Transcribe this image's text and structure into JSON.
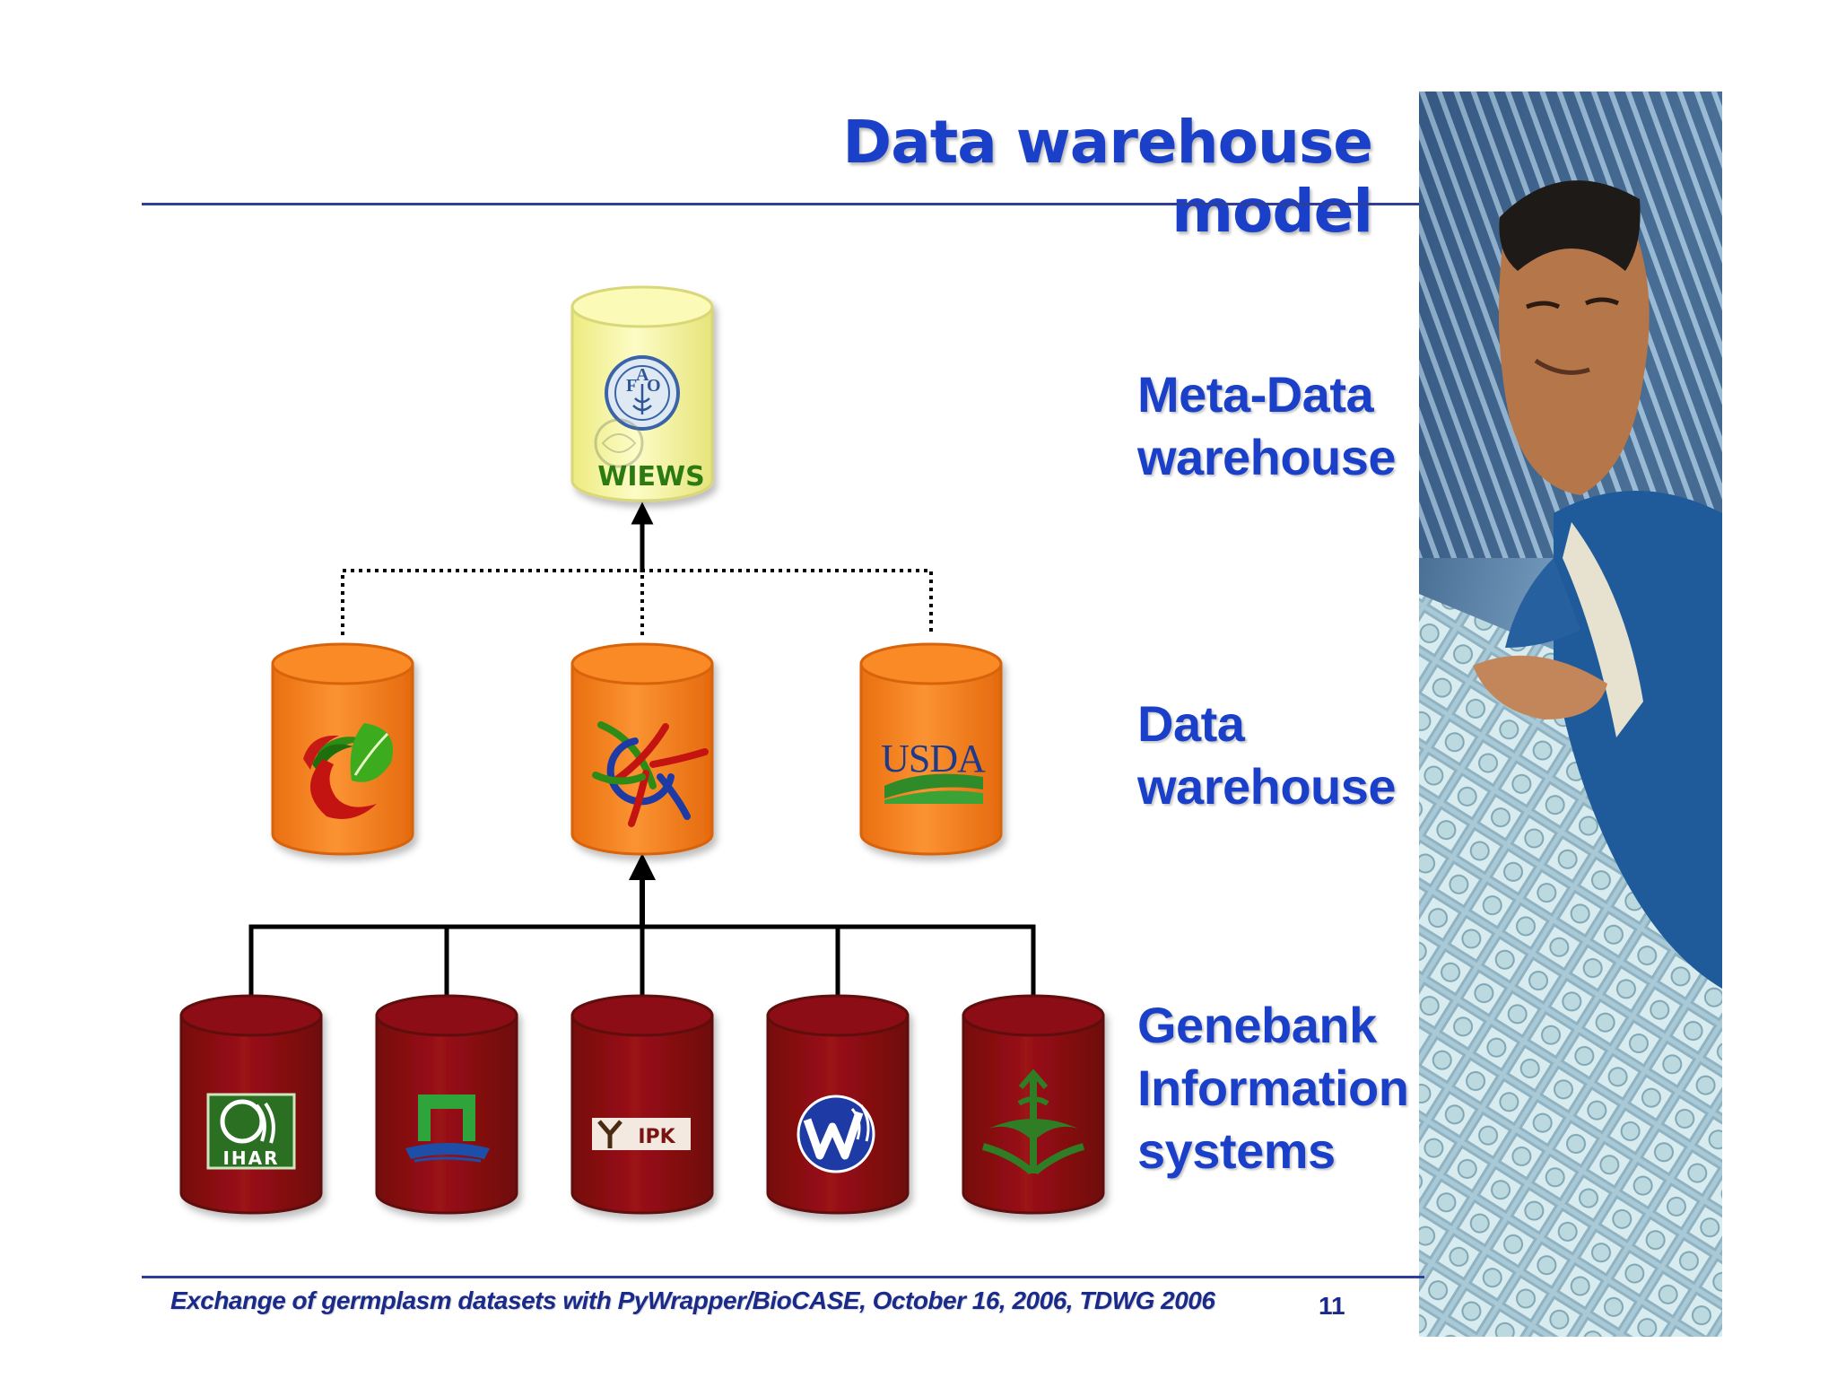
{
  "slide": {
    "title": "Data warehouse model",
    "footer": "Exchange of germplasm datasets with PyWrapper/BioCASE, October 16, 2006, TDWG 2006",
    "page_number": "11"
  },
  "tiers": [
    {
      "lines": [
        "Meta-Data",
        "warehouse"
      ]
    },
    {
      "lines": [
        "Data",
        "warehouse"
      ]
    },
    {
      "lines": [
        "Genebank",
        "Information",
        "systems"
      ]
    }
  ],
  "logos": {
    "wiews": {
      "fao_letters": [
        "F",
        "A",
        "O"
      ],
      "caption": "WIEWS"
    },
    "usda": {
      "text": "USDA"
    },
    "ihar": {
      "text": "IHAR"
    },
    "ipk": {
      "text": "IPK"
    }
  },
  "colors": {
    "title": "#1a3fc9",
    "meta_cylinder": "#f7f59b",
    "data_cylinder": "#f6821f",
    "genebank_cylinder": "#8a0d10",
    "connector": "#000000"
  }
}
